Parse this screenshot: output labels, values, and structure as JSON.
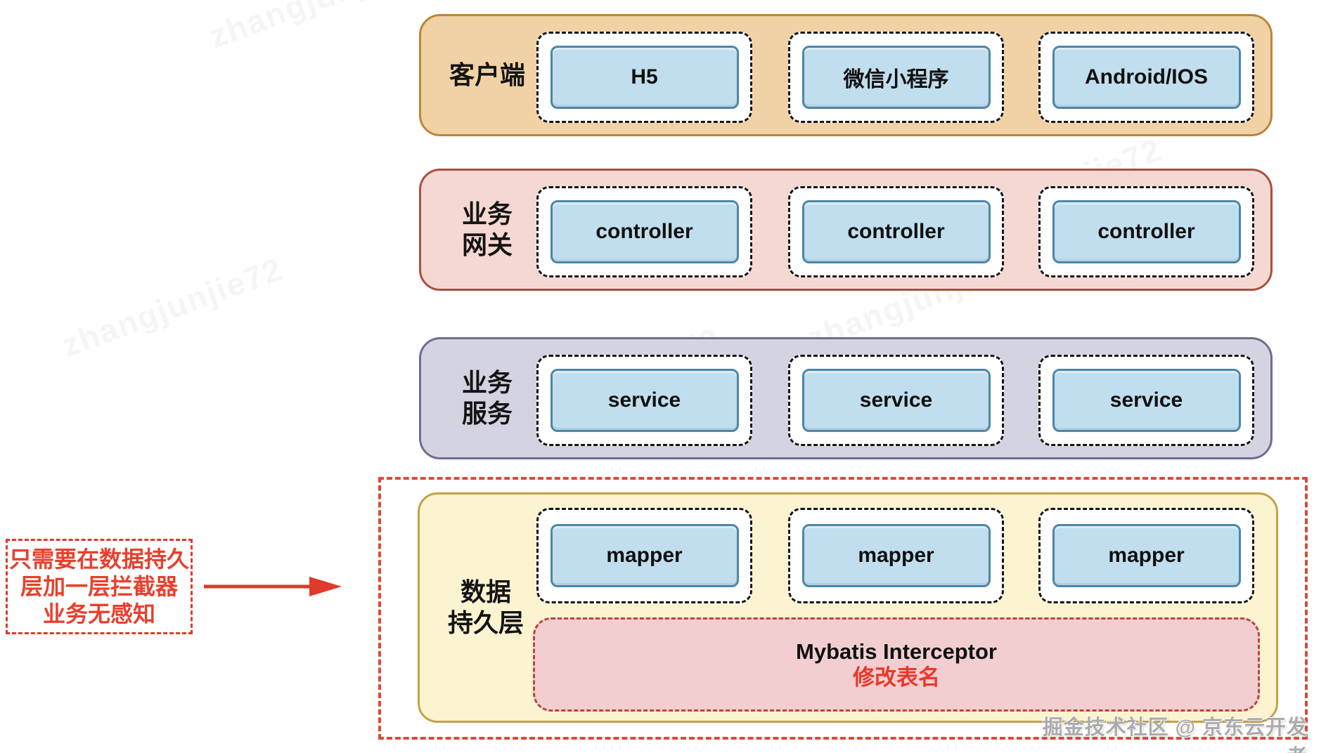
{
  "diagram": {
    "layers": [
      {
        "label": "客户端",
        "items": [
          "H5",
          "微信小程序",
          "Android/IOS"
        ]
      },
      {
        "label": "业务\n网关",
        "items": [
          "controller",
          "controller",
          "controller"
        ]
      },
      {
        "label": "业务\n服务",
        "items": [
          "service",
          "service",
          "service"
        ]
      },
      {
        "label": "数据\n持久层",
        "items": [
          "mapper",
          "mapper",
          "mapper"
        ],
        "interceptor": {
          "title": "Mybatis Interceptor",
          "subtitle": "修改表名"
        }
      }
    ],
    "annotation": {
      "text": "只需要在数据持久\n层加一层拦截器\n业务无感知"
    },
    "credit": "掘金技术社区 @ 京东云开发者",
    "background_watermark": "zhangjunjie72",
    "palette": {
      "client_fill": "#f1d2a4",
      "client_stroke": "#bc853b",
      "gateway_fill": "#f6d8d2",
      "gateway_stroke": "#ab4f41",
      "service_fill": "#d4d3e2",
      "service_stroke": "#706d90",
      "persistence_fill": "#fcf3d0",
      "persistence_stroke": "#bfa446",
      "chip_fill": "#c0deee",
      "chip_stroke": "#4d87a6",
      "interceptor_fill": "#f2ced1",
      "interceptor_stroke": "#b5483e",
      "highlight_red": "#d94b3b",
      "annotation_red": "#e8402e"
    }
  }
}
